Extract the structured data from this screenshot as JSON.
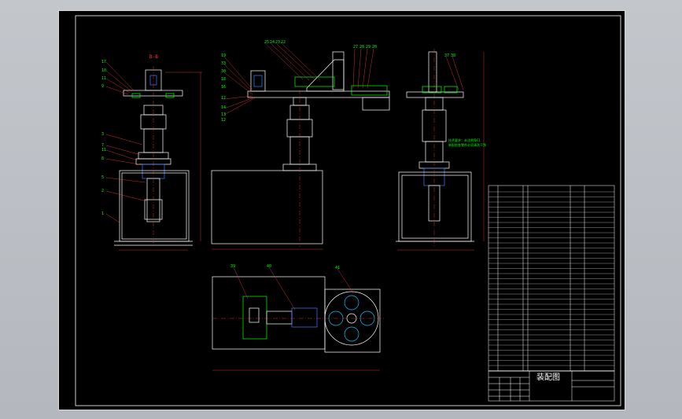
{
  "drawing": {
    "title_block_name": "装配图",
    "section_label": "B-B",
    "colors": {
      "background": "#000000",
      "frame": "#ffffff",
      "geometry": "#ffffff",
      "centerline": "#ff3b3b",
      "dimension": "#ff3b3b",
      "leader": "#ff3b3b",
      "part": "#00ff00",
      "hidden": "#00c8ff",
      "outline_blue": "#3d7cff",
      "table_text": "#00ffff"
    },
    "balloons_front_left": [
      "17",
      "10",
      "11",
      "9",
      "3",
      "7",
      "11",
      "8",
      "5",
      "2",
      "1"
    ],
    "balloons_top_middle": [
      "25",
      "24",
      "23",
      "22",
      "27",
      "28",
      "29",
      "20",
      "19",
      "33",
      "30",
      "18",
      "16",
      "12",
      "14",
      "13",
      "12"
    ],
    "balloons_right": [
      "37",
      "38"
    ],
    "balloons_plan": [
      "39",
      "40",
      "41"
    ],
    "annotation_right": [
      "技术要求：未注倒角C1",
      "装配前各零件必须清洗干净"
    ]
  }
}
